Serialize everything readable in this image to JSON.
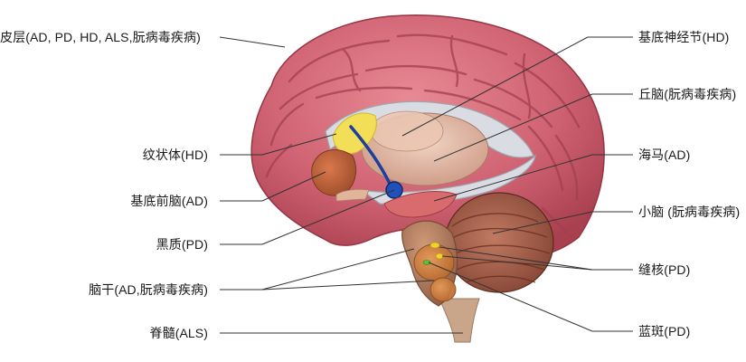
{
  "labels": {
    "cortex": "皮层(AD, PD, HD, ALS,朊病毒疾病)",
    "striatum": "纹状体(HD)",
    "basal_forebrain": "基底前脑(AD)",
    "substantia_nigra": "黑质(PD)",
    "brainstem": "脑干(AD,朊病毒疾病)",
    "spinal_cord": "脊髓(ALS)",
    "basal_ganglia": "基底神经节(HD)",
    "thalamus": "丘脑(朊病毒疾病)",
    "hippocampus": "海马(AD)",
    "cerebellum": "小脑 (朊病毒疾病)",
    "raphe": "缝核(PD)",
    "locus_coeruleus": "蓝斑(PD)"
  },
  "colors": {
    "cortex": "#c9596a",
    "cerebellum": "#a05a45",
    "brainstem": "#b07a5e",
    "thalamus": "#e2b9a3",
    "hippocampus": "#d96a6e",
    "striatum_yellow": "#f3df55",
    "blue_fiber": "#1b3f9e",
    "leader_line": "#333333"
  }
}
